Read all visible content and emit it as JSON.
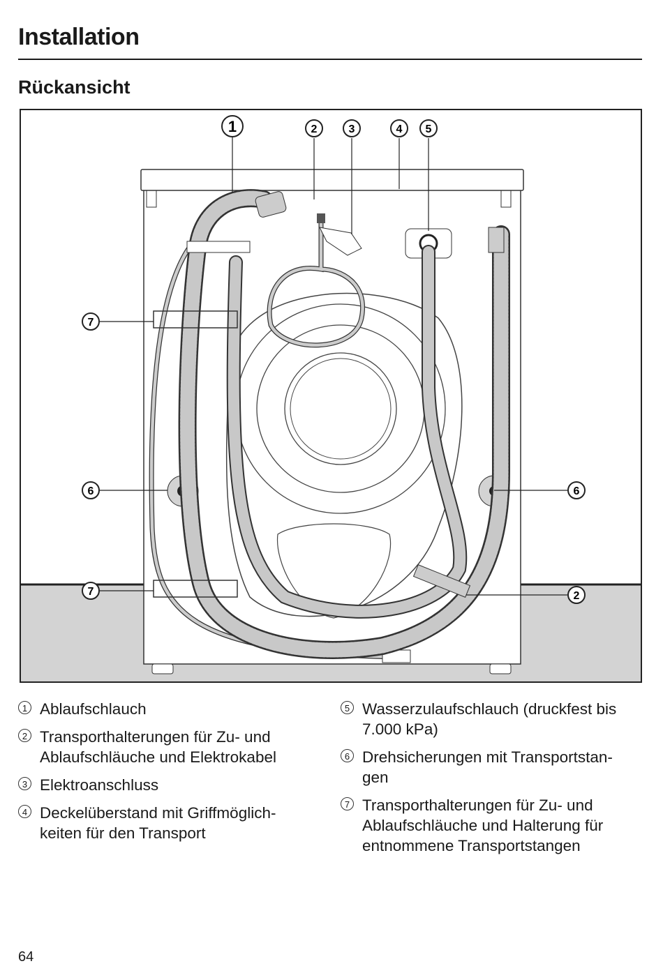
{
  "header": {
    "title": "Installation",
    "subtitle": "Rückansicht"
  },
  "figure": {
    "callouts": {
      "c1": "1",
      "c2": "2",
      "c3": "3",
      "c4": "4",
      "c5": "5",
      "c6_left": "6",
      "c6_right": "6",
      "c7_top": "7",
      "c7_bottom": "7",
      "c2_bottom": "2"
    }
  },
  "legend": [
    {
      "num": "1",
      "lines": [
        "Ablaufschlauch"
      ]
    },
    {
      "num": "2",
      "lines": [
        "Transporthalterungen für Zu- und",
        "Ablaufschläuche und Elektrokabel"
      ]
    },
    {
      "num": "3",
      "lines": [
        "Elektroanschluss"
      ]
    },
    {
      "num": "4",
      "lines": [
        "Deckelüberstand mit Griffmöglich-",
        "keiten für den Transport"
      ]
    },
    {
      "num": "5",
      "lines": [
        "Wasserzulaufschlauch (druckfest bis",
        "7.000 kPa)"
      ]
    },
    {
      "num": "6",
      "lines": [
        "Drehsicherungen mit Transportstan-",
        "gen"
      ]
    },
    {
      "num": "7",
      "lines": [
        "Transporthalterungen für Zu- und",
        "Ablaufschläuche und Halterung für",
        "entnommene Transportstangen"
      ]
    }
  ],
  "footer": {
    "page_number": "64"
  }
}
